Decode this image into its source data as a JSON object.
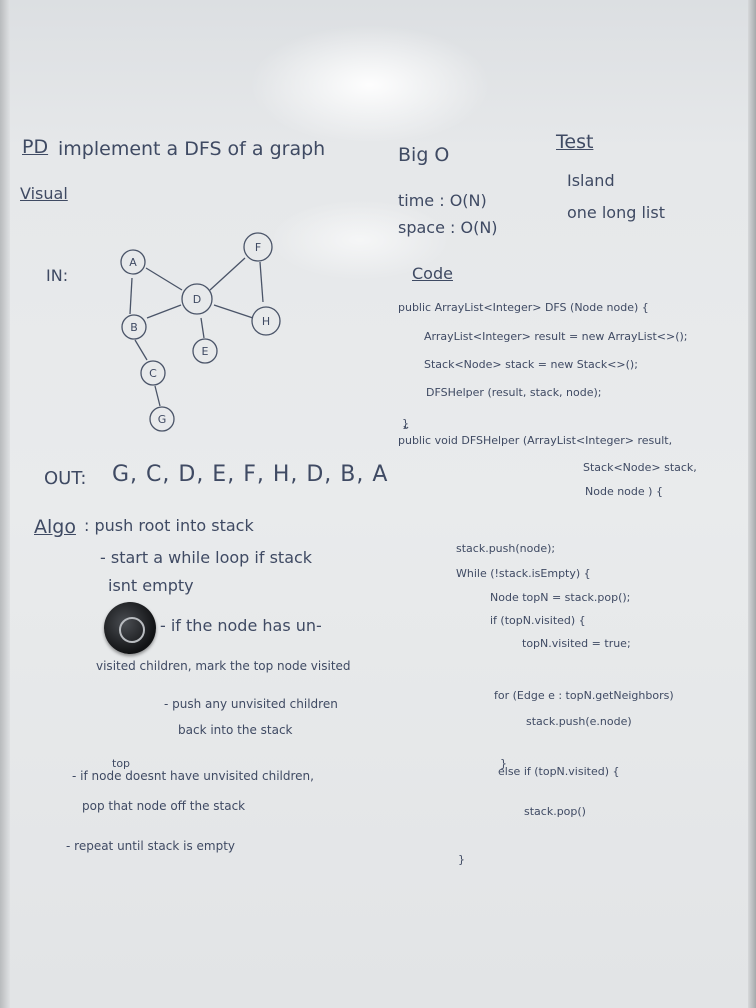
{
  "header": {
    "pd_label": "PD",
    "title_rest": "implement a DFS of a graph",
    "visual_label": "Visual"
  },
  "complexity": {
    "heading": "Big O",
    "time": "time : O(N)",
    "space": "space : O(N)"
  },
  "test": {
    "heading": "Test",
    "items": [
      "Island",
      "one long list"
    ]
  },
  "graph": {
    "in_label": "IN:",
    "nodes": [
      "A",
      "B",
      "C",
      "D",
      "E",
      "F",
      "G",
      "H"
    ]
  },
  "output": {
    "label": "OUT:",
    "sequence": "G, C, D, E, F, H, D, B, A"
  },
  "code": {
    "heading": "Code",
    "lines": [
      "public ArrayList<Integer> DFS (Node node) {",
      "ArrayList<Integer> result = new ArrayList<>();",
      "Stack<Node> stack = new Stack<>();",
      "DFSHelper (result, stack, node);",
      "}",
      "public void DFSHelper (ArrayList<Integer> result,",
      "Stack<Node> stack,",
      "Node node ) {",
      "stack.push(node);",
      "While (!stack.isEmpty) {",
      "Node topN = stack.pop();",
      "if (topN.visited) {",
      "topN.visited = true;",
      "for (Edge e : topN.getNeighbors)",
      "stack.push(e.node)",
      "}",
      "else if (topN.visited) {",
      "stack.pop()",
      "}"
    ]
  },
  "algo": {
    "label": "Algo",
    "steps": [
      ": push root into stack",
      "- start a while loop if stack",
      "isnt empty",
      "- if the node has un-",
      "visited children, mark the top node visited",
      "- push any unvisited children",
      "back into the stack",
      "top",
      "- if node doesnt have unvisited children,",
      "pop that node off the stack",
      "- repeat until stack is empty"
    ]
  }
}
